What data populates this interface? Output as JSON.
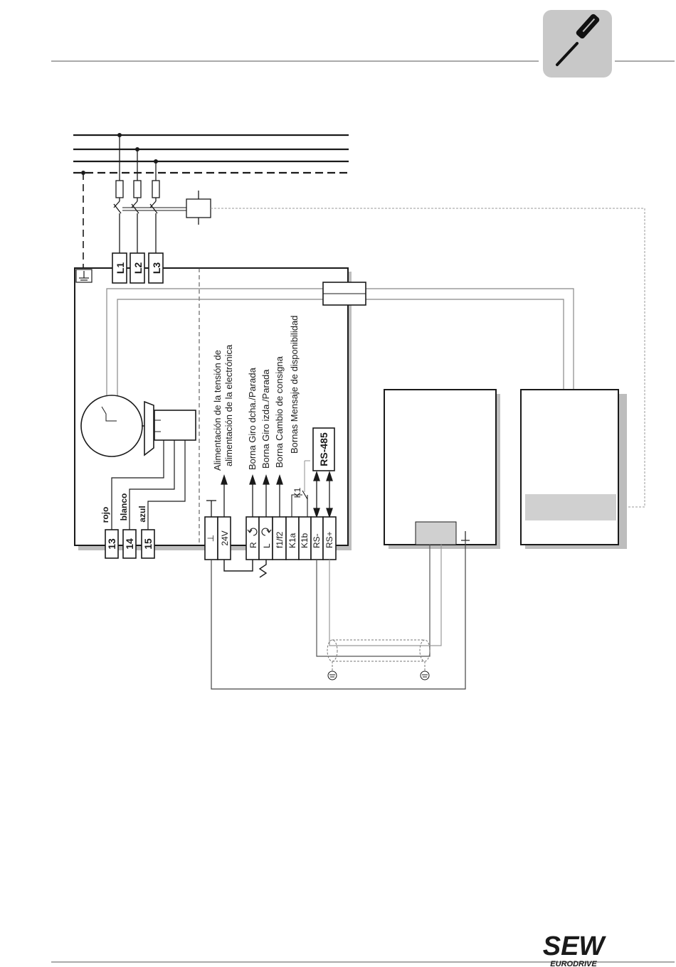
{
  "header": {
    "icon": "screwdriver-icon"
  },
  "mains": {
    "terminals": [
      "L1",
      "L2",
      "L3"
    ]
  },
  "motor": {
    "wire_colors": [
      "rojo",
      "blanco",
      "azul"
    ],
    "terminals": [
      "13",
      "14",
      "15"
    ]
  },
  "supply": {
    "label_line1": "Alimentación de la tensión de",
    "label_line2": "alimentación de la electrónica",
    "terminal_gnd": "⊥",
    "terminal_24v": "24V"
  },
  "control": {
    "labels": [
      "Borna Giro dcha./Parada",
      "Borna Giro izda./Parada",
      "Borna Cambio de consigna",
      "Bornas Mensaje de disponibilidad"
    ],
    "relay": "K1",
    "rs485": "RS-485",
    "terminals": [
      "R",
      "L",
      "f1/f2",
      "K1a",
      "K1b",
      "RS-",
      "RS+"
    ]
  },
  "footer": {
    "logo_main": "SEW",
    "logo_sub": "EURODRIVE"
  }
}
